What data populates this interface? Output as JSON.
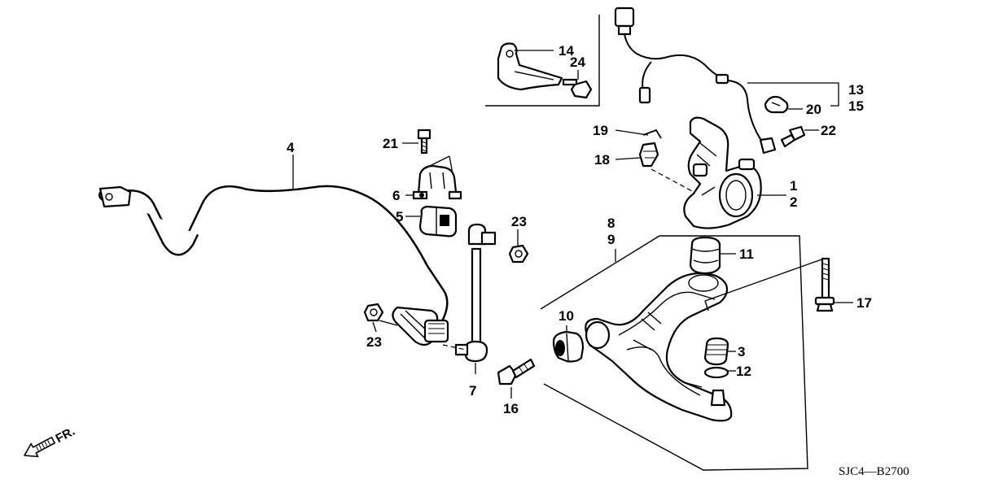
{
  "diagram": {
    "drawing_code": "SJC4—B2700",
    "front_marker": "FR.",
    "callouts": {
      "c1": "1",
      "c2": "2",
      "c3": "3",
      "c4": "4",
      "c5": "5",
      "c6": "6",
      "c7": "7",
      "c8": "8",
      "c9": "9",
      "c10": "10",
      "c11": "11",
      "c12": "12",
      "c13": "13",
      "c14": "14",
      "c15": "15",
      "c16": "16",
      "c17": "17",
      "c18": "18",
      "c19": "19",
      "c20": "20",
      "c21": "21",
      "c22": "22",
      "c23a": "23",
      "c23b": "23",
      "c24": "24"
    }
  }
}
